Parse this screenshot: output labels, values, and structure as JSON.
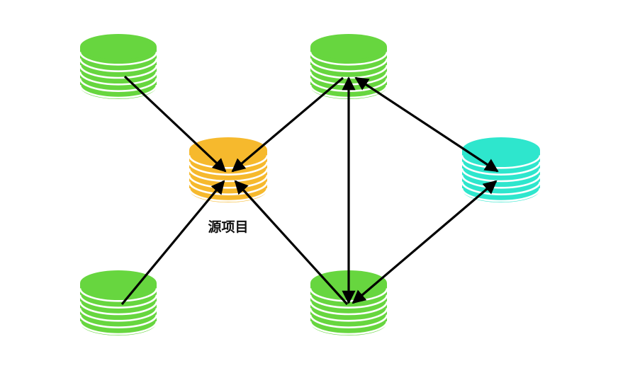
{
  "diagram": {
    "source_label": "源项目",
    "colors": {
      "background": "#ffffff",
      "green_node": "#67d63f",
      "source_node": "#f6b92d",
      "teal_node": "#2ee6cd",
      "disk_stripe": "#ffffff",
      "arrow": "#000000"
    },
    "nodes": [
      {
        "id": "top-left",
        "role": "repository",
        "color": "green_node"
      },
      {
        "id": "top-middle",
        "role": "repository",
        "color": "green_node"
      },
      {
        "id": "source",
        "role": "source-project",
        "color": "source_node"
      },
      {
        "id": "right",
        "role": "repository",
        "color": "teal_node"
      },
      {
        "id": "bottom-left",
        "role": "repository",
        "color": "green_node"
      },
      {
        "id": "bottom-middle",
        "role": "repository",
        "color": "green_node"
      }
    ],
    "edges": [
      {
        "from": "top-left",
        "to": "source",
        "direction": "forward"
      },
      {
        "from": "bottom-left",
        "to": "source",
        "direction": "forward"
      },
      {
        "from": "top-middle",
        "to": "source",
        "direction": "forward"
      },
      {
        "from": "bottom-middle",
        "to": "source",
        "direction": "forward"
      },
      {
        "from": "top-middle",
        "to": "bottom-middle",
        "direction": "both"
      },
      {
        "from": "top-middle",
        "to": "right",
        "direction": "both"
      },
      {
        "from": "right",
        "to": "bottom-middle",
        "direction": "both"
      }
    ]
  }
}
